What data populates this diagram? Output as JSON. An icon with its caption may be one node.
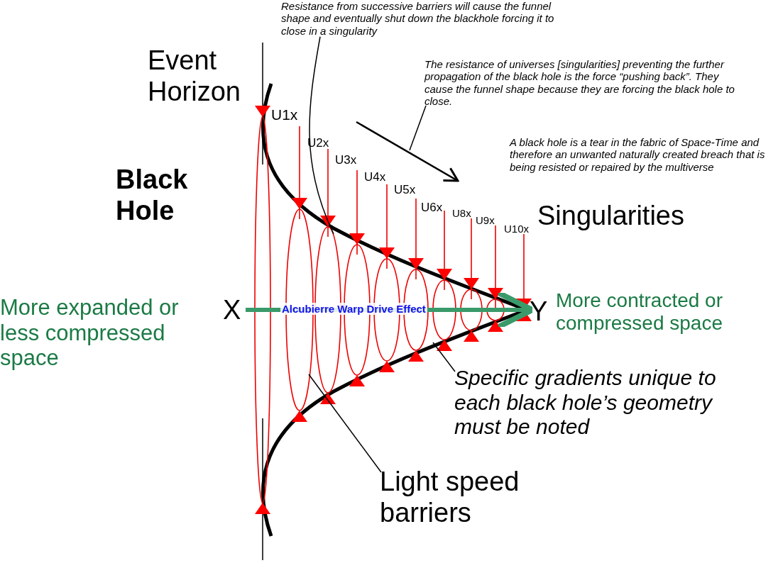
{
  "diagram": {
    "nodes": [
      {
        "text": [
          "Resistance from successive barriers will cause the funnel shape and eventually shut down the blackhole forcing it to close in a singularity"
        ]
      },
      {
        "text": [
          "The resistance of universes [singularities] preventing the further propagation of the black hole is the force “pushing back”. They cause the funnel shape because they are forcing the black hole to close."
        ]
      },
      {
        "text": [
          "X"
        ]
      },
      {
        "text": [
          "Y"
        ]
      },
      {
        "text": [
          "Specific gradients unique to each black hole’s geometry must be noted"
        ]
      },
      {
        "text": [
          "Light speed barriers"
        ]
      }
    ],
    "edges": [
      {
        "from": 0,
        "to": null,
        "arrow": "none"
      },
      {
        "from": 1,
        "to": null,
        "arrow": "none"
      },
      {
        "from": 2,
        "to": 3,
        "arrow": "to",
        "label": "Alcubierre Warp Drive Effect",
        "style": "thick",
        "color": "#3a9a6a"
      },
      {
        "from": 4,
        "to": null,
        "arrow": "none"
      },
      {
        "from": 5,
        "to": null,
        "arrow": "none"
      }
    ],
    "labels": [
      "Event Horizon",
      "U1x",
      "U2x",
      "U3x",
      "U4x",
      "U5x",
      "U6x",
      "U8x",
      "U9x",
      "U10x",
      "A black hole is a tear in the fabric of Space-Time and therefore an unwanted naturally created breach that is being resisted or repaired by the multiverse",
      "Black Hole",
      "Singularities",
      "More expanded or less compressed space",
      "More contracted or compressed space"
    ]
  }
}
